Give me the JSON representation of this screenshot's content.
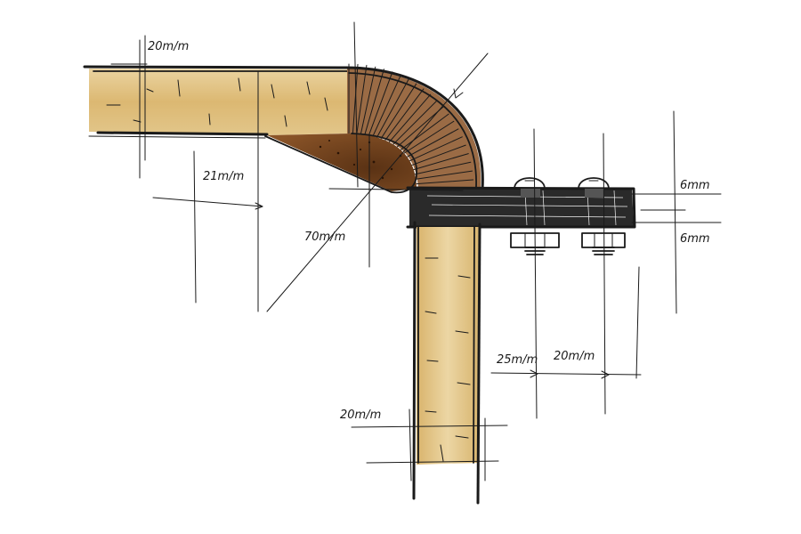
{
  "colors": {
    "paper": "#ffffff",
    "ink": "#1a1a1a",
    "wood_light": "#e6c98a",
    "wood_mid": "#d4ad62",
    "wood_dark": "#b8893d",
    "fill_brown": "#7a4a22",
    "fill_dark": "#4a2a12",
    "bend_brown": "#9a6a42",
    "steel_dark": "#222222",
    "bolt_grey": "#9aa0a4"
  },
  "labels": {
    "top_thickness": "20m/m",
    "left_offset": "21m/m",
    "diagonal_dim": "70m/m",
    "plate_top": "6mm",
    "plate_bottom": "6mm",
    "edge_distance": "25m/m",
    "bolt_spacing": "20m/m",
    "post_thickness": "20m/m"
  },
  "icons": {
    "bolts": [
      "bolt-icon",
      "bolt-icon"
    ]
  }
}
